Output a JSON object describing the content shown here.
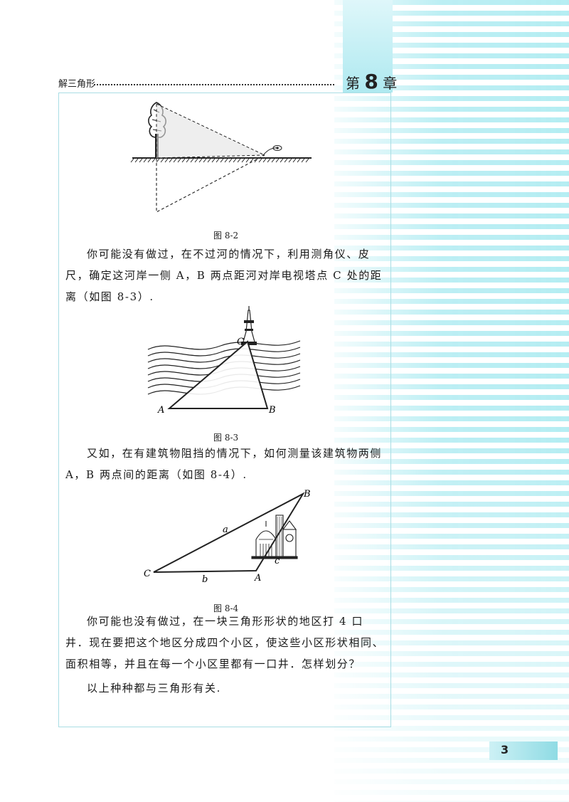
{
  "header": {
    "section_title": "解三角形",
    "chapter_prefix": "第",
    "chapter_number": "8",
    "chapter_suffix": "章"
  },
  "figures": {
    "fig_8_2": {
      "caption": "图 8-2"
    },
    "fig_8_3": {
      "caption": "图 8-3",
      "labels": {
        "A": "A",
        "B": "B",
        "C": "C"
      }
    },
    "fig_8_4": {
      "caption": "图 8-4",
      "labels": {
        "A": "A",
        "B": "B",
        "C": "C",
        "a": "a",
        "b": "b",
        "c": "c"
      }
    }
  },
  "paragraphs": {
    "p1": "你可能没有做过，在不过河的情况下，利用测角仪、皮尺，确定这河岸一侧 A，B 两点距河对岸电视塔点 C 处的距离（如图 8-3）.",
    "p2": "又如，在有建筑物阻挡的情况下，如何测量该建筑物两侧 A，B 两点间的距离（如图 8-4）.",
    "p3": "你可能也没有做过，在一块三角形形状的地区打 4 口井．现在要把这个地区分成四个小区，使这些小区形状相同、面积相等，并且在每一个小区里都有一口井．怎样划分？",
    "p4": "以上种种都与三角形有关."
  },
  "page_number": "3",
  "colors": {
    "accent": "#8fdbe4",
    "frame": "#a9dde4"
  }
}
